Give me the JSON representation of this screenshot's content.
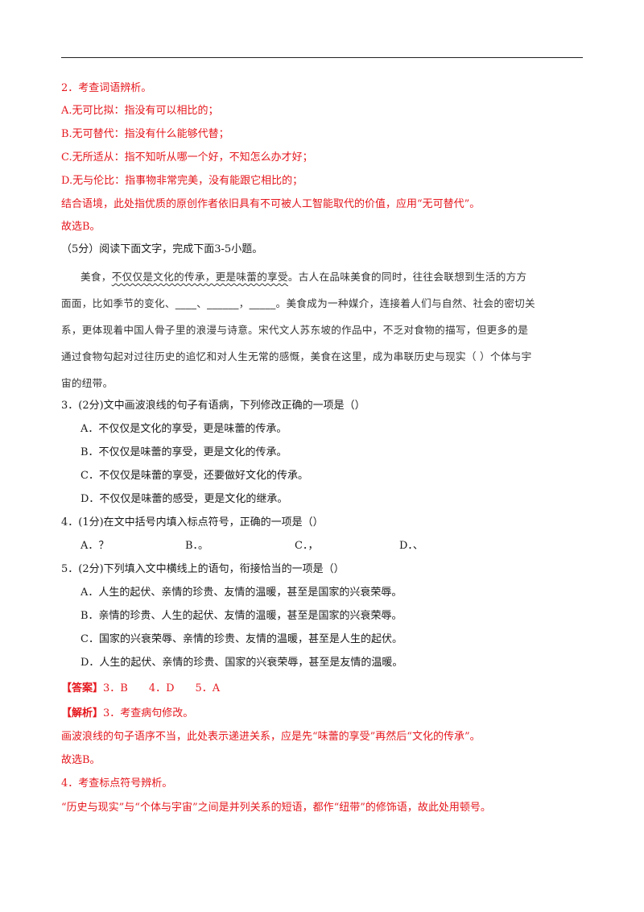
{
  "q2_analysis": {
    "heading": "2．考查词语辨析。",
    "a": "A.无可比拟：指没有可以相比的；",
    "b": "B.无可替代：指没有什么能够代替；",
    "c": "C.无所适从：指不知听从哪一个好，不知怎么办才好；",
    "d": "D.无与伦比：指事物非常完美，没有能跟它相比的；",
    "reason": "结合语境，此处指优质的原创作者依旧具有不可被人工智能取代的价值，应用“无可替代”。",
    "conclusion": "故选B。"
  },
  "passage_intro": "（5分）阅读下面文字，完成下面3-5小题。",
  "passage": {
    "l1_pre": "美食，",
    "l1_wavy": "不仅仅是文化的传承，更是味蕾的享受",
    "l1_post": "。古人在品味美食的同时，往往会联想到生活的方方",
    "l2": "面面，比如季节的变化、____、______，_____。美食成为一种媒介，连接着人们与自然、社会的密切关",
    "l3": "系，更体现着中国人骨子里的浪漫与诗意。宋代文人苏东坡的作品中，不乏对食物的描写，但更多的是",
    "l4": "通过食物勾起对过往历史的追忆和对人生无常的感慨，美食在这里，成为串联历史与现实（   ）个体与宇",
    "l5": "宙的纽带。"
  },
  "q3": {
    "stem": "3．(2分)文中画波浪线的句子有语病，下列修改正确的一项是（）",
    "a": "A．不仅仅是文化的享受，更是味蕾的传承。",
    "b": "B．不仅仅是味蕾的享受，更是文化的传承。",
    "c": "C．不仅仅是味蕾的享受，还要做好文化的传承。",
    "d": "D．不仅仅是味蕾的感受，更是文化的继承。"
  },
  "q4": {
    "stem": "4．(1分)在文中括号内填入标点符号，正确的一项是（）",
    "a": "A．？",
    "b": "B．。",
    "c": "C．，",
    "d": "D．、"
  },
  "q5": {
    "stem": "5．(2分)下列填入文中横线上的语句，衔接恰当的一项是（）",
    "a": "A．人生的起伏、亲情的珍贵、友情的温暖，甚至是国家的兴衰荣辱。",
    "b": "B．亲情的珍贵、人生的起伏、友情的温暖，甚至是国家的兴衰荣辱。",
    "c": "C．国家的兴衰荣辱、亲情的珍贵、友情的温暖，甚至是人生的起伏。",
    "d": "D．人生的起伏、亲情的珍贵、国家的兴衰荣辱，甚至是友情的温暖。"
  },
  "answer": {
    "label": "【答案】",
    "text": "3．B　　4．D　　5．A"
  },
  "analysis": {
    "label": "【解析】",
    "q3_heading": "3．考查病句修改。",
    "q3_reason": "画波浪线的句子语序不当，此处表示递进关系，应是先“味蕾的享受”再然后“文化的传承”。",
    "q3_conclusion": "故选B。",
    "q4_heading": "4．考查标点符号辨析。",
    "q4_reason": "“历史与现实”与“个体与宇宙”之间是并列关系的短语，都作“纽带”的修饰语，故此处用顿号。"
  },
  "colors": {
    "accent_red": "#e5171d",
    "text": "#1a1a1a"
  }
}
